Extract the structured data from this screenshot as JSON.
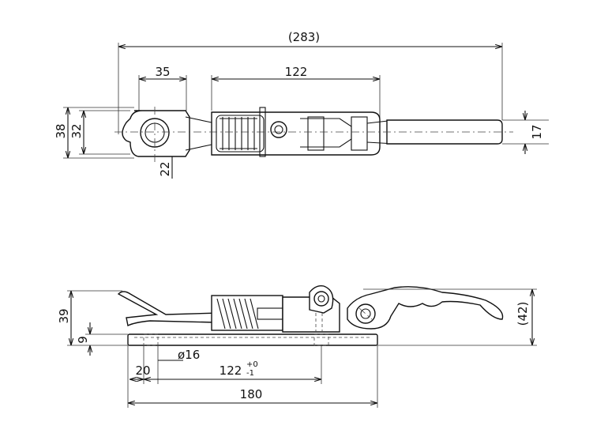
{
  "top_view": {
    "dims": {
      "overall": "(283)",
      "eye_to_pin": "35",
      "body_length": "122",
      "height_outer": "38",
      "height_inner": "32",
      "base_height": "22",
      "handle_height": "17"
    }
  },
  "side_view": {
    "dims": {
      "overall_height": "39",
      "base_thickness": "9",
      "handle_height": "(42)",
      "hole_diameter": "ø16",
      "offset": "20",
      "mount_spacing": "122",
      "tolerance_upper": "+0",
      "tolerance_lower": "-1",
      "base_length": "180"
    }
  }
}
